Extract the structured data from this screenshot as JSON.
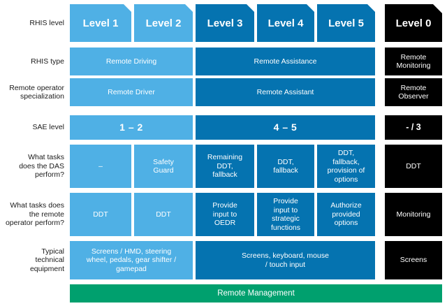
{
  "figure": {
    "colors": {
      "light_blue": "#4FB0E5",
      "dark_blue": "#0573B0",
      "black": "#000000",
      "green": "#00A06E",
      "text_on_fill": "#FFFFFF",
      "label_text": "#1A1A1A"
    }
  },
  "row_labels": {
    "rhis_level": "RHIS level",
    "rhis_type": "RHIS type",
    "specialization": "Remote operator\nspecialization",
    "sae_level": "SAE level",
    "das_tasks": "What tasks\ndoes the DAS\nperform?",
    "operator_tasks": "What tasks does\nthe remote\noperator perform?",
    "equipment": "Typical\ntechnical\nequipment"
  },
  "header": {
    "level1": "Level 1",
    "level2": "Level 2",
    "level3": "Level 3",
    "level4": "Level 4",
    "level5": "Level 5",
    "level0": "Level 0"
  },
  "rhis_type": {
    "remote_driving": "Remote Driving",
    "remote_assistance": "Remote Assistance",
    "remote_monitoring": "Remote\nMonitoring"
  },
  "specialization": {
    "remote_driver": "Remote Driver",
    "remote_assistant": "Remote Assistant",
    "remote_observer": "Remote\nObserver"
  },
  "sae_level": {
    "driving": "1 – 2",
    "assistance": "4 – 5",
    "monitoring": "- / 3"
  },
  "das_tasks": {
    "level1": "–",
    "level2": "Safety\nGuard",
    "level3": "Remaining\nDDT,\nfallback",
    "level4": "DDT,\nfallback",
    "level5": "DDT,\nfallback,\nprovision of\noptions",
    "level0": "DDT"
  },
  "operator_tasks": {
    "level1": "DDT",
    "level2": "DDT",
    "level3": "Provide\ninput to\nOEDR",
    "level4": "Provide\ninput to\nstrategic\nfunctions",
    "level5": "Authorize\nprovided\noptions",
    "level0": "Monitoring"
  },
  "equipment": {
    "driving": "Screens / HMD, steering\nwheel, pedals, gear shifter /\ngamepad",
    "assistance": "Screens, keyboard, mouse\n/ touch input",
    "monitoring": "Screens"
  },
  "footer": {
    "remote_management": "Remote Management"
  }
}
